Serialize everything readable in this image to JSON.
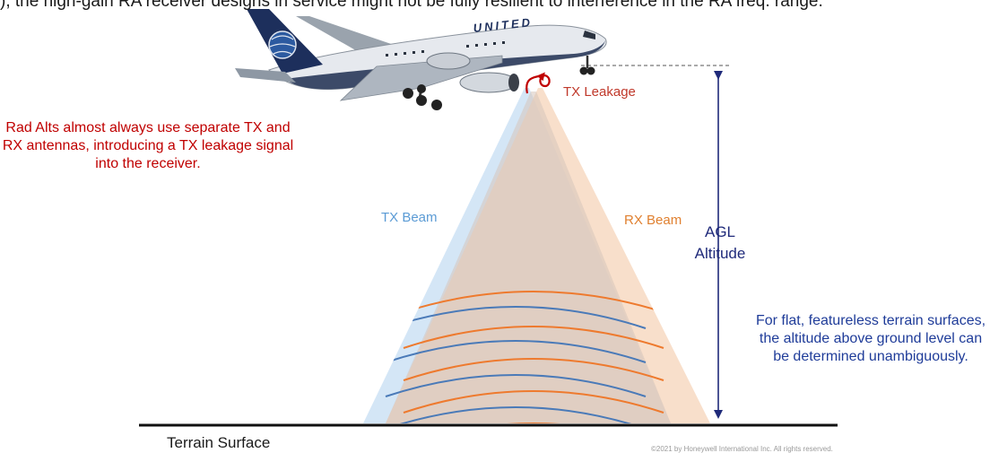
{
  "header": {
    "text": "), the high-gain RA receiver designs in service might not be fully resilient to interference in the RA freq. range."
  },
  "notes": {
    "leakage_note": "Rad Alts almost always use separate TX and RX antennas, introducing a TX leakage signal into the receiver.",
    "terrain_note": "For flat, featureless terrain surfaces, the altitude above ground level can be determined unambiguously."
  },
  "labels": {
    "tx_leakage": "TX Leakage",
    "tx_beam": "TX Beam",
    "rx_beam": "RX Beam",
    "agl_line1": "AGL",
    "agl_line2": "Altitude",
    "terrain_surface": "Terrain Surface",
    "aircraft_livery": "UNITED"
  },
  "footer": {
    "copyright": "©2021 by Honeywell International Inc. All rights reserved."
  },
  "colors": {
    "tx_beam": "#cfe3f5",
    "rx_beam": "#f7ddc9",
    "tx_wave": "#4a7ab8",
    "rx_wave": "#ee7a2e",
    "leakage": "#c00000",
    "altitude_arrow": "#1f2a7a",
    "ground": "#111111"
  }
}
